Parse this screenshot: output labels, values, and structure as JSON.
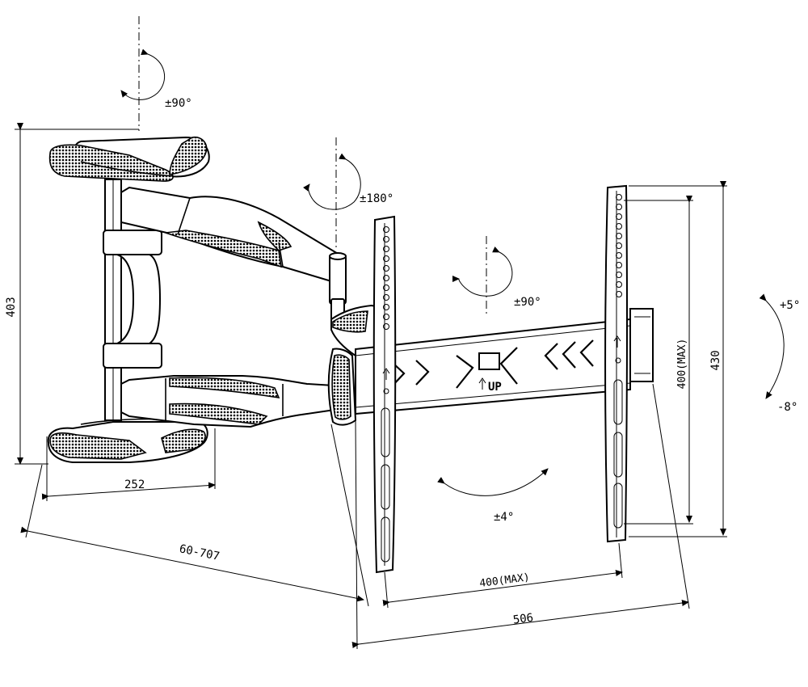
{
  "labels": {
    "swivel_top": "±90°",
    "swivel_mid": "±180°",
    "swivel_plate": "±90°",
    "tilt_up": "+5°",
    "tilt_down": "-8°",
    "rotate": "±4°",
    "arm_height": "403",
    "arm_width": "252",
    "extension": "60-707",
    "vesa_h_top": "400(MAX)",
    "vesa_v": "400(MAX)",
    "plate_height": "430",
    "plate_width": "506",
    "up_mark": "UP"
  },
  "colors": {
    "line": "#000000",
    "background": "#ffffff",
    "mesh": "#000000"
  }
}
